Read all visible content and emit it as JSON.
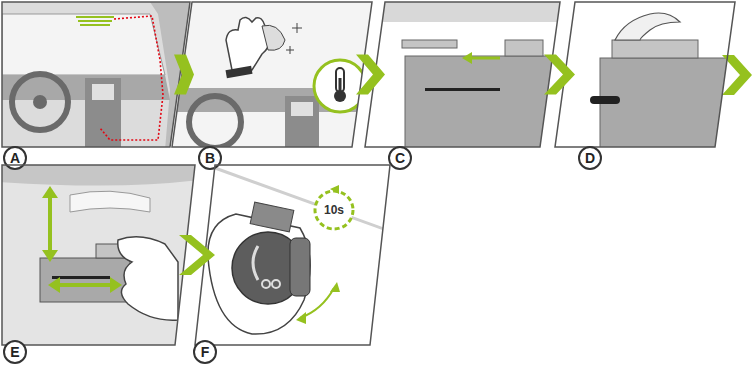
{
  "diagram": {
    "nodes": [
      {
        "text": [
          "A"
        ]
      },
      {
        "text": [
          "B"
        ]
      },
      {
        "text": [
          "C"
        ]
      },
      {
        "text": [
          "D"
        ]
      },
      {
        "text": [
          "E"
        ]
      },
      {
        "text": [
          "F"
        ]
      },
      {
        "text": [
          "10s"
        ],
        "in": 5
      }
    ],
    "edges": [
      {
        "from": 0,
        "to": 1,
        "arrow": "to"
      },
      {
        "from": 1,
        "to": 2,
        "arrow": "to"
      },
      {
        "from": 2,
        "to": 3,
        "arrow": "to"
      },
      {
        "from": 4,
        "to": 5,
        "arrow": "to"
      }
    ]
  }
}
